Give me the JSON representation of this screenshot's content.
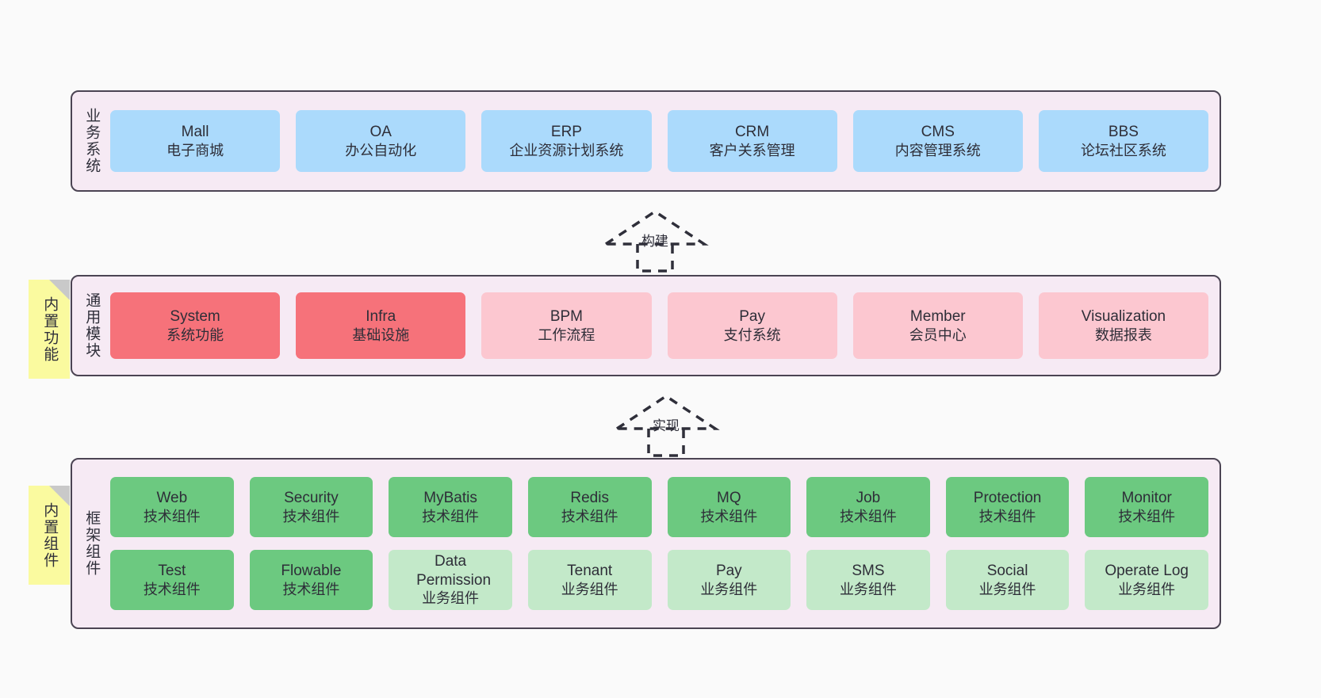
{
  "diagram": {
    "background_color": "#fafafa",
    "band_fill": "#f6eaf4",
    "band_border": "#4b4453",
    "note_fill": "#fafa9f"
  },
  "layers": [
    {
      "id": "business-systems",
      "title": "业务系统",
      "note": null,
      "rows": [
        {
          "style": "blue",
          "color": "#abdafc",
          "nodes": [
            {
              "name": "Mall",
              "sub": "电子商城"
            },
            {
              "name": "OA",
              "sub": "办公自动化"
            },
            {
              "name": "ERP",
              "sub": "企业资源计划系统"
            },
            {
              "name": "CRM",
              "sub": "客户关系管理"
            },
            {
              "name": "CMS",
              "sub": "内容管理系统"
            },
            {
              "name": "BBS",
              "sub": "论坛社区系统"
            }
          ]
        }
      ]
    },
    {
      "id": "common-modules",
      "title": "通用模块",
      "note": "内置功能",
      "rows": [
        {
          "style": "mixed",
          "color": "#f6727a",
          "nodes": [
            {
              "name": "System",
              "sub": "系统功能",
              "style": "red",
              "color": "#f6727a"
            },
            {
              "name": "Infra",
              "sub": "基础设施",
              "style": "red",
              "color": "#f6727a"
            },
            {
              "name": "BPM",
              "sub": "工作流程",
              "style": "pink",
              "color": "#fcc7d0"
            },
            {
              "name": "Pay",
              "sub": "支付系统",
              "style": "pink",
              "color": "#fcc7d0"
            },
            {
              "name": "Member",
              "sub": "会员中心",
              "style": "pink",
              "color": "#fcc7d0"
            },
            {
              "name": "Visualization",
              "sub": "数据报表",
              "style": "pink",
              "color": "#fcc7d0"
            }
          ]
        }
      ]
    },
    {
      "id": "framework-components",
      "title": "框架组件",
      "note": "内置组件",
      "rows": [
        {
          "style": "green",
          "color": "#6cc980",
          "nodes": [
            {
              "name": "Web",
              "sub": "技术组件"
            },
            {
              "name": "Security",
              "sub": "技术组件"
            },
            {
              "name": "MyBatis",
              "sub": "技术组件"
            },
            {
              "name": "Redis",
              "sub": "技术组件"
            },
            {
              "name": "MQ",
              "sub": "技术组件"
            },
            {
              "name": "Job",
              "sub": "技术组件"
            },
            {
              "name": "Protection",
              "sub": "技术组件"
            },
            {
              "name": "Monitor",
              "sub": "技术组件"
            }
          ]
        },
        {
          "style": "mixed2",
          "color": "#c3e9c9",
          "nodes": [
            {
              "name": "Test",
              "sub": "技术组件",
              "style": "green",
              "color": "#6cc980"
            },
            {
              "name": "Flowable",
              "sub": "技术组件",
              "style": "green",
              "color": "#6cc980"
            },
            {
              "name": "Data Permission",
              "sub": "业务组件",
              "style": "lightgreen",
              "color": "#c3e9c9"
            },
            {
              "name": "Tenant",
              "sub": "业务组件",
              "style": "lightgreen",
              "color": "#c3e9c9"
            },
            {
              "name": "Pay",
              "sub": "业务组件",
              "style": "lightgreen",
              "color": "#c3e9c9"
            },
            {
              "name": "SMS",
              "sub": "业务组件",
              "style": "lightgreen",
              "color": "#c3e9c9"
            },
            {
              "name": "Social",
              "sub": "业务组件",
              "style": "lightgreen",
              "color": "#c3e9c9"
            },
            {
              "name": "Operate Log",
              "sub": "业务组件",
              "style": "lightgreen",
              "color": "#c3e9c9"
            }
          ]
        }
      ]
    }
  ],
  "connectors": [
    {
      "id": "build",
      "label": "构建",
      "from": "common-modules",
      "to": "business-systems",
      "arrow": "hollow-dashed-generalization"
    },
    {
      "id": "implement",
      "label": "实现",
      "from": "framework-components",
      "to": "common-modules",
      "arrow": "hollow-dashed-generalization"
    }
  ]
}
